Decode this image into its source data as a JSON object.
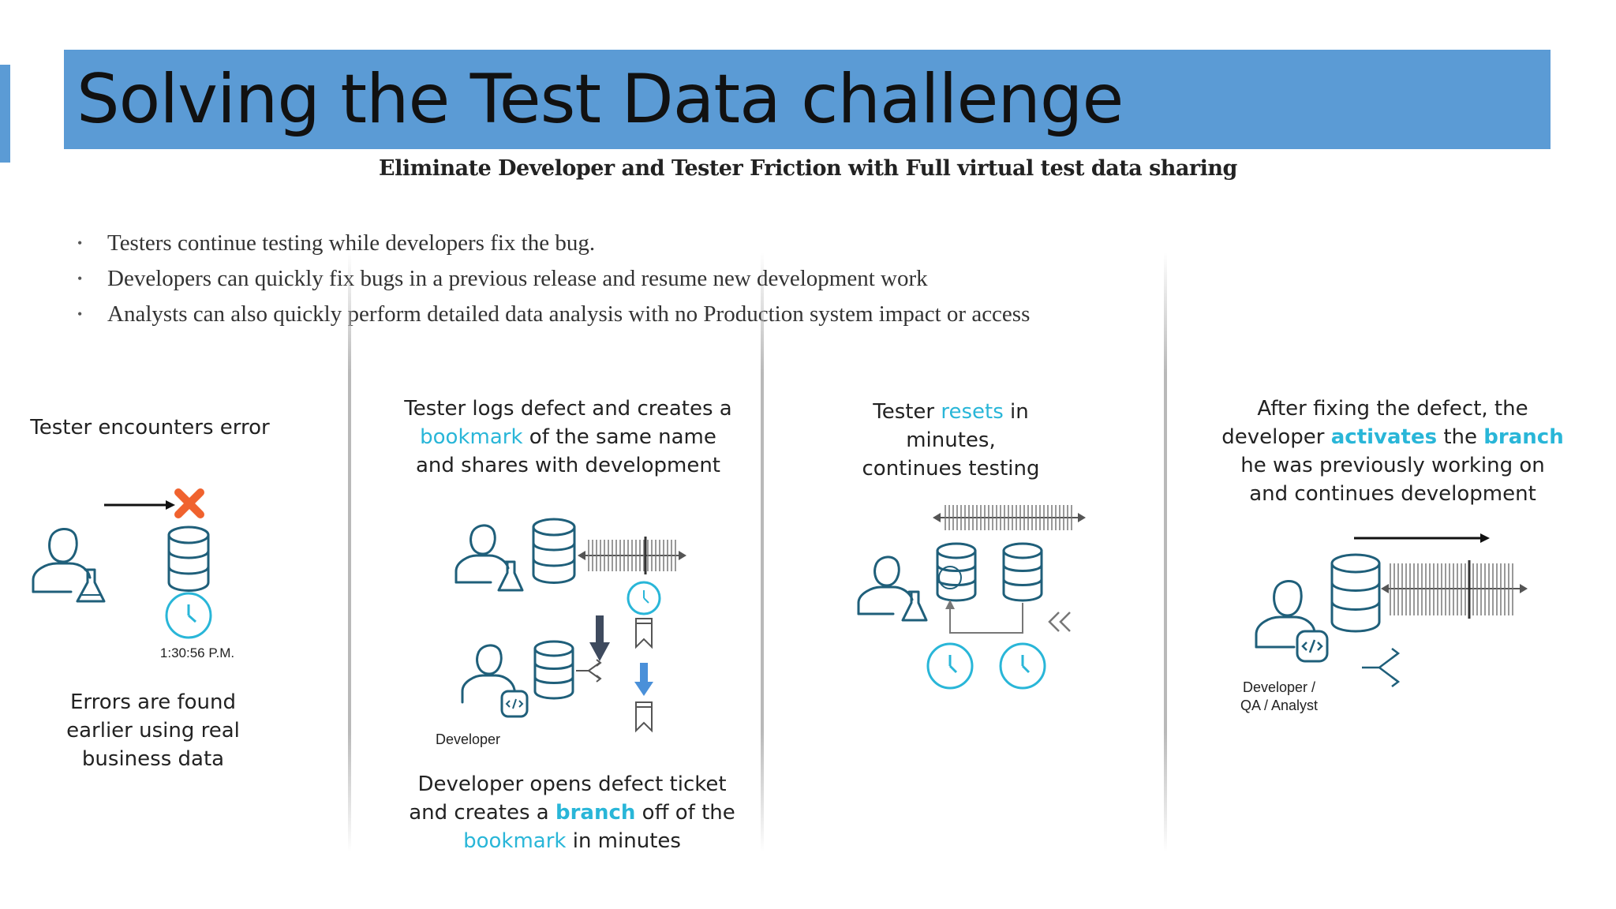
{
  "slide": {
    "title": "Solving the Test Data challenge",
    "subtitle": "Eliminate Developer and Tester Friction with Full virtual test data sharing",
    "bullets": [
      "Testers continue testing while developers fix the bug.",
      "Developers can quickly fix bugs in a previous release and resume new development work",
      "Analysts can also quickly perform detailed data analysis with no Production system impact or access"
    ],
    "accent_color": "#5b9bd5",
    "highlight_color": "#29b6d8"
  },
  "panel1": {
    "top_caption": "Tester encounters error",
    "timestamp": "1:30:56 P.M.",
    "bottom_line1": "Errors are found",
    "bottom_line2": "earlier using real",
    "bottom_line3": "business data",
    "icons": [
      "tester-icon",
      "arrow-right-icon",
      "error-x-icon",
      "database-icon",
      "clock-icon"
    ]
  },
  "panel2": {
    "top_line1": "Tester logs defect and creates a",
    "top_line2_hl": "bookmark",
    "top_line2_rest": " of the same name",
    "top_line3": "and shares with development",
    "developer_label": "Developer",
    "bottom_line1": "Developer opens defect ticket",
    "bottom_line2_pre": "and creates a ",
    "bottom_line2_hl": "branch",
    "bottom_line2_post": " off of the",
    "bottom_line3_hl": "bookmark",
    "bottom_line3_post": " in minutes"
  },
  "panel3": {
    "line1_hl": "resets",
    "line1_pre": "Tester ",
    "line1_post": " in",
    "line2": "minutes,",
    "line3": "continues testing"
  },
  "panel4": {
    "line1": "After fixing the defect, the",
    "line2_pre": "developer ",
    "line2_hl1": "activates",
    "line2_mid": " the ",
    "line2_hl2": "branch",
    "line3": "he was previously working on",
    "line4": "and continues development",
    "role_line1": "Developer /",
    "role_line2": "QA / Analyst"
  }
}
